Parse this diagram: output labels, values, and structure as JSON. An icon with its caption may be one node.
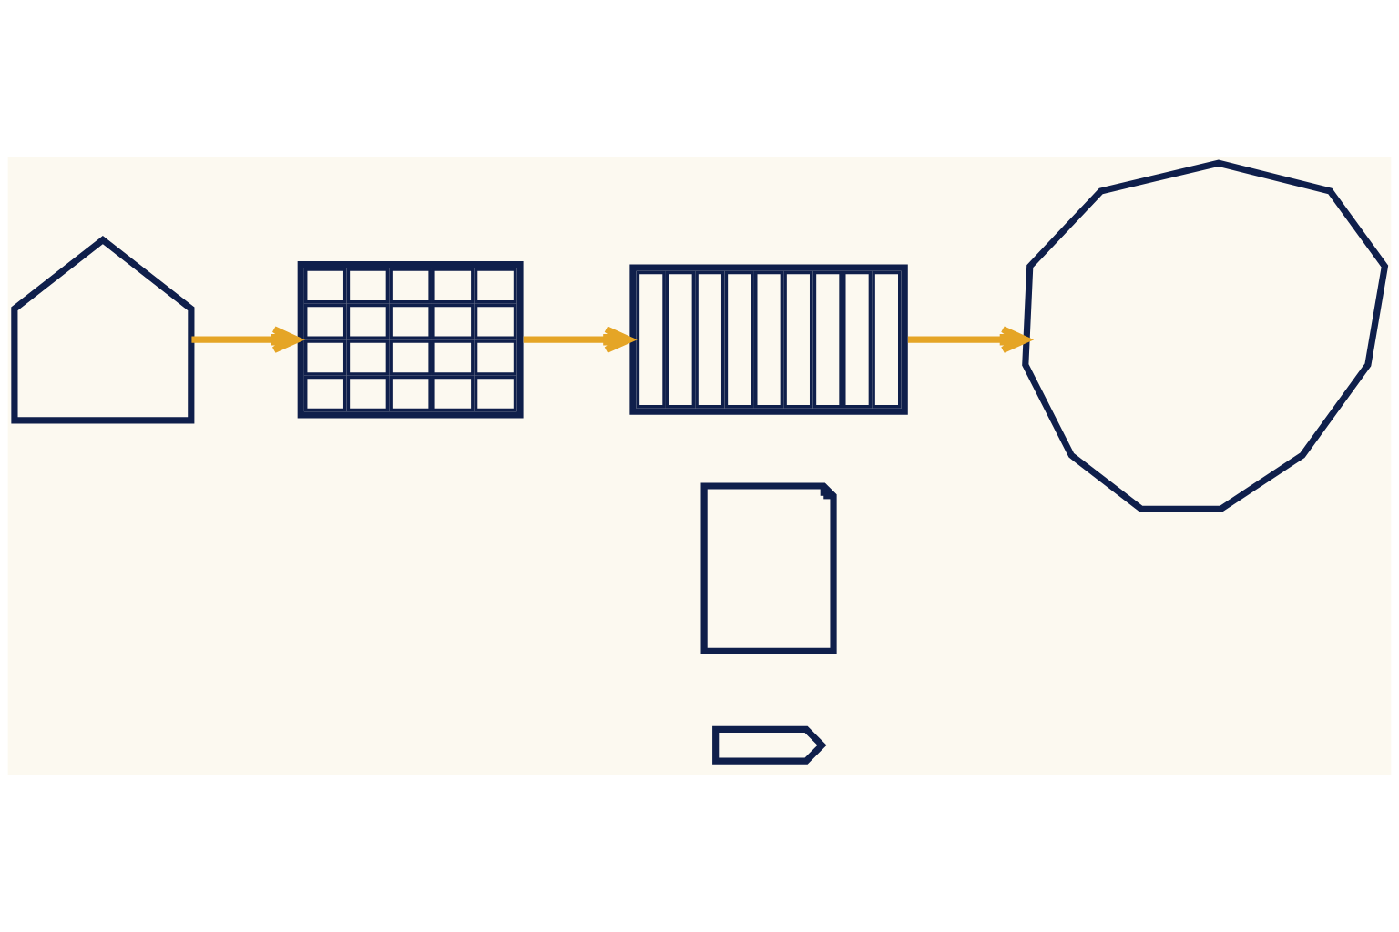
{
  "diagram": {
    "nodes": [
      {
        "text": [],
        "shape": "picture"
      },
      {
        "text": [],
        "shape": "picture"
      },
      {
        "text": [],
        "shape": "picture"
      },
      {
        "text": [],
        "shape": "picture"
      },
      {
        "text": [],
        "shape": "picture"
      },
      {
        "text": [],
        "shape": "picture"
      }
    ],
    "edges": [
      {
        "from": 0,
        "to": 1,
        "arrow": "to"
      },
      {
        "from": 1,
        "to": 2,
        "arrow": "to"
      },
      {
        "from": 2,
        "to": 3,
        "arrow": "to"
      }
    ]
  }
}
